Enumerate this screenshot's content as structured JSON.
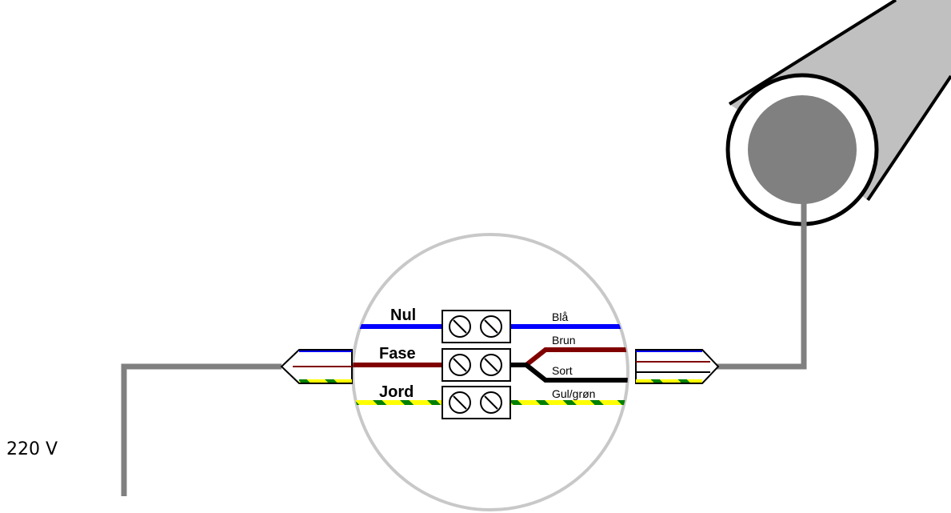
{
  "diagram": {
    "terminal_labels": {
      "neutral": "Nul",
      "phase": "Fase",
      "earth": "Jord"
    },
    "wire_labels": {
      "blue": "Blå",
      "brown": "Brun",
      "black": "Sort",
      "earth": "Gul/grøn"
    },
    "voltage_label": "220 V"
  },
  "colors": {
    "neutral": "#0000ff",
    "phase": "#800000",
    "black": "#000000",
    "earth_yellow": "#ffff00",
    "earth_green": "#008000",
    "supply_cable": "#808080",
    "circle_outline": "#c8c8c8",
    "tube": "#c0c0c0",
    "tube_core": "#808080"
  }
}
